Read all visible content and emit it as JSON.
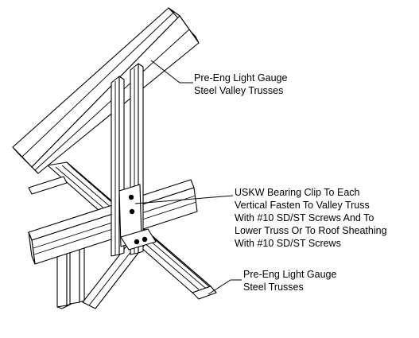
{
  "callouts": {
    "valley_trusses": {
      "lines": [
        "Pre-Eng Light Gauge",
        "Steel Valley Trusses"
      ]
    },
    "bearing_clip": {
      "lines": [
        "USKW Bearing Clip To Each",
        "Vertical Fasten To Valley Truss",
        "With #10 SD/ST Screws And To",
        "Lower Truss Or To Roof Sheathing",
        "With #10 SD/ST Screws"
      ]
    },
    "steel_trusses": {
      "lines": [
        "Pre-Eng Light Gauge",
        "Steel Trusses"
      ]
    }
  },
  "colors": {
    "ink": "#000000",
    "paper": "#ffffff"
  }
}
